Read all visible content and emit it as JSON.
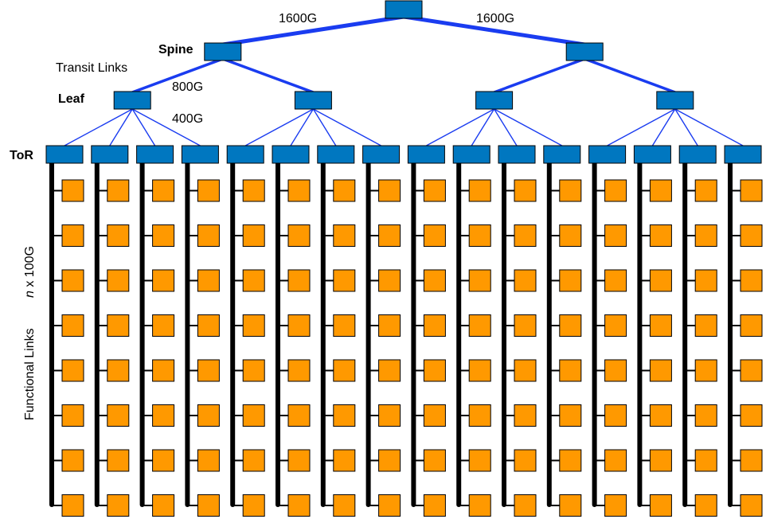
{
  "labels": {
    "spine": "Spine",
    "leaf": "Leaf",
    "tor": "ToR",
    "transit_links": "Transit Links",
    "functional_links": "Functional Links",
    "link_multiplier": "n",
    "link_speed_suffix": " x 100G"
  },
  "link_speeds": {
    "core_left": "1600G",
    "core_right": "1600G",
    "spine_leaf": "800G",
    "leaf_tor": "400G"
  },
  "topology": {
    "core_count": 1,
    "spine_count": 2,
    "leaves_per_spine": 2,
    "tors_per_leaf": 4,
    "servers_per_tor": 8
  },
  "colors": {
    "switch_fill": "#0077C0",
    "switch_stroke": "#000000",
    "server_fill": "#FF9900",
    "server_stroke": "#000000",
    "uplink_line": "#1A3CF0",
    "host_bus": "#000000"
  }
}
